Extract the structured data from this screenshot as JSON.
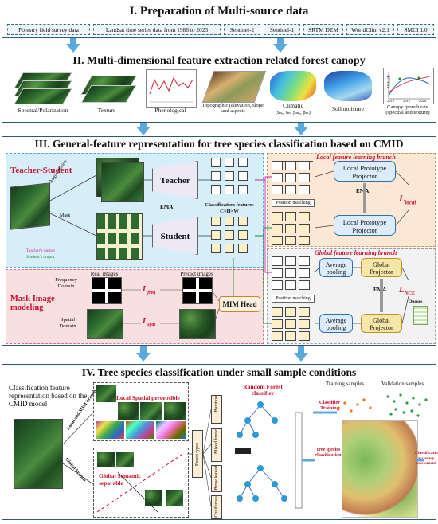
{
  "section1": {
    "title": "I. Preparation of Multi-source data",
    "sources": [
      "Forestry field survey data",
      "Landsat time series data from 1986 to 2023",
      "Sentinel-2",
      "Sentinel-1",
      "SRTM DEM",
      "WorldClim v2.1",
      "SMCI 1.0"
    ]
  },
  "section2": {
    "title": "II. Multi-dimensional feature extraction related forest canopy",
    "features": [
      "Spectral/Polarization",
      "Texture",
      "Phenological",
      "Topographic (elevation, slope, and aspect)",
      "Climatic",
      "Soil moisture",
      "Canopy growth rate (spectral and texture)"
    ],
    "climatic_vars": "(tₘₐ, tₘ, pₘₐ, pₘ)",
    "growth_axis_y": "VALUE",
    "growth_years": [
      "2010",
      "2015",
      "2020"
    ]
  },
  "section3": {
    "title": "III. General-feature representation for tree species classification based on CMID",
    "teacher_student": "Teacher-Student",
    "augmentation": "Augmentation",
    "mask": "Mask",
    "teacher": "Teacher",
    "student": "Student",
    "ema": "EMA",
    "classification_features": "Classification features",
    "chw": "C×H×W",
    "teacher_output": "Teacher's output",
    "student_output": "Student's output",
    "local_branch": "Local feature learning branch",
    "global_branch": "Global feature learning branch",
    "position_matching": "Position matching",
    "local_projector": "Local Prototype Projector",
    "global_projector": "Global Projector",
    "average_pooling": "Average pooling",
    "l_local": "L",
    "l_local_sub": "local",
    "l_nce": "L",
    "l_nce_sub": "NCE",
    "queues": "Queues",
    "mim_title": "Mask Image modeling",
    "real_images": "Real images",
    "predict_images": "Predict images",
    "frequency_domain": "Frequency Domain",
    "spatial_domain": "Spatial Domain",
    "l_freq": "L",
    "l_freq_sub": "freq",
    "l_spat": "L",
    "l_spat_sub": "spat",
    "mim_head": "MIM Head"
  },
  "section4": {
    "title": "IV. Tree species classification under small sample conditions",
    "cmid_text": "Classification feature representation based on the CMID model",
    "local_mim_branch": "Local and MIM branch",
    "global_branch": "Global branch",
    "local_spatial": "Local Spatial perceptible",
    "global_semantic": "Global Semantic separable",
    "forest_types": "Forest types",
    "types": [
      "Bamboo",
      "Mixed forest",
      "Broadleaved",
      "Coniferous"
    ],
    "rf_classifier": "Random Forest classifier",
    "classifier_training": "Classifier Training",
    "training_samples": "Training samples",
    "validation_samples": "Validation samples",
    "tree_species_classification": "Tree species classification",
    "accuracy_assessment": "Classification accuracy assessment"
  }
}
